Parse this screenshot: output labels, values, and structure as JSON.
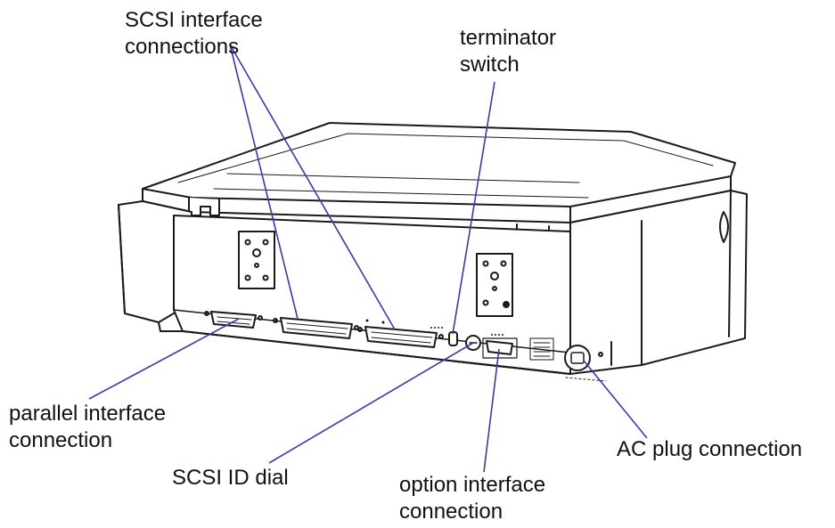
{
  "labels": {
    "scsi_interface": [
      "SCSI interface",
      "connections"
    ],
    "terminator": [
      "terminator",
      "switch"
    ],
    "parallel": [
      "parallel interface",
      "connection"
    ],
    "scsi_id": [
      "SCSI ID dial"
    ],
    "option": [
      "option interface",
      "connection"
    ],
    "ac": [
      "AC plug connection"
    ]
  },
  "colors": {
    "outline": "#1a1a1a",
    "leader": "#3a3aa8",
    "text": "#111111"
  }
}
